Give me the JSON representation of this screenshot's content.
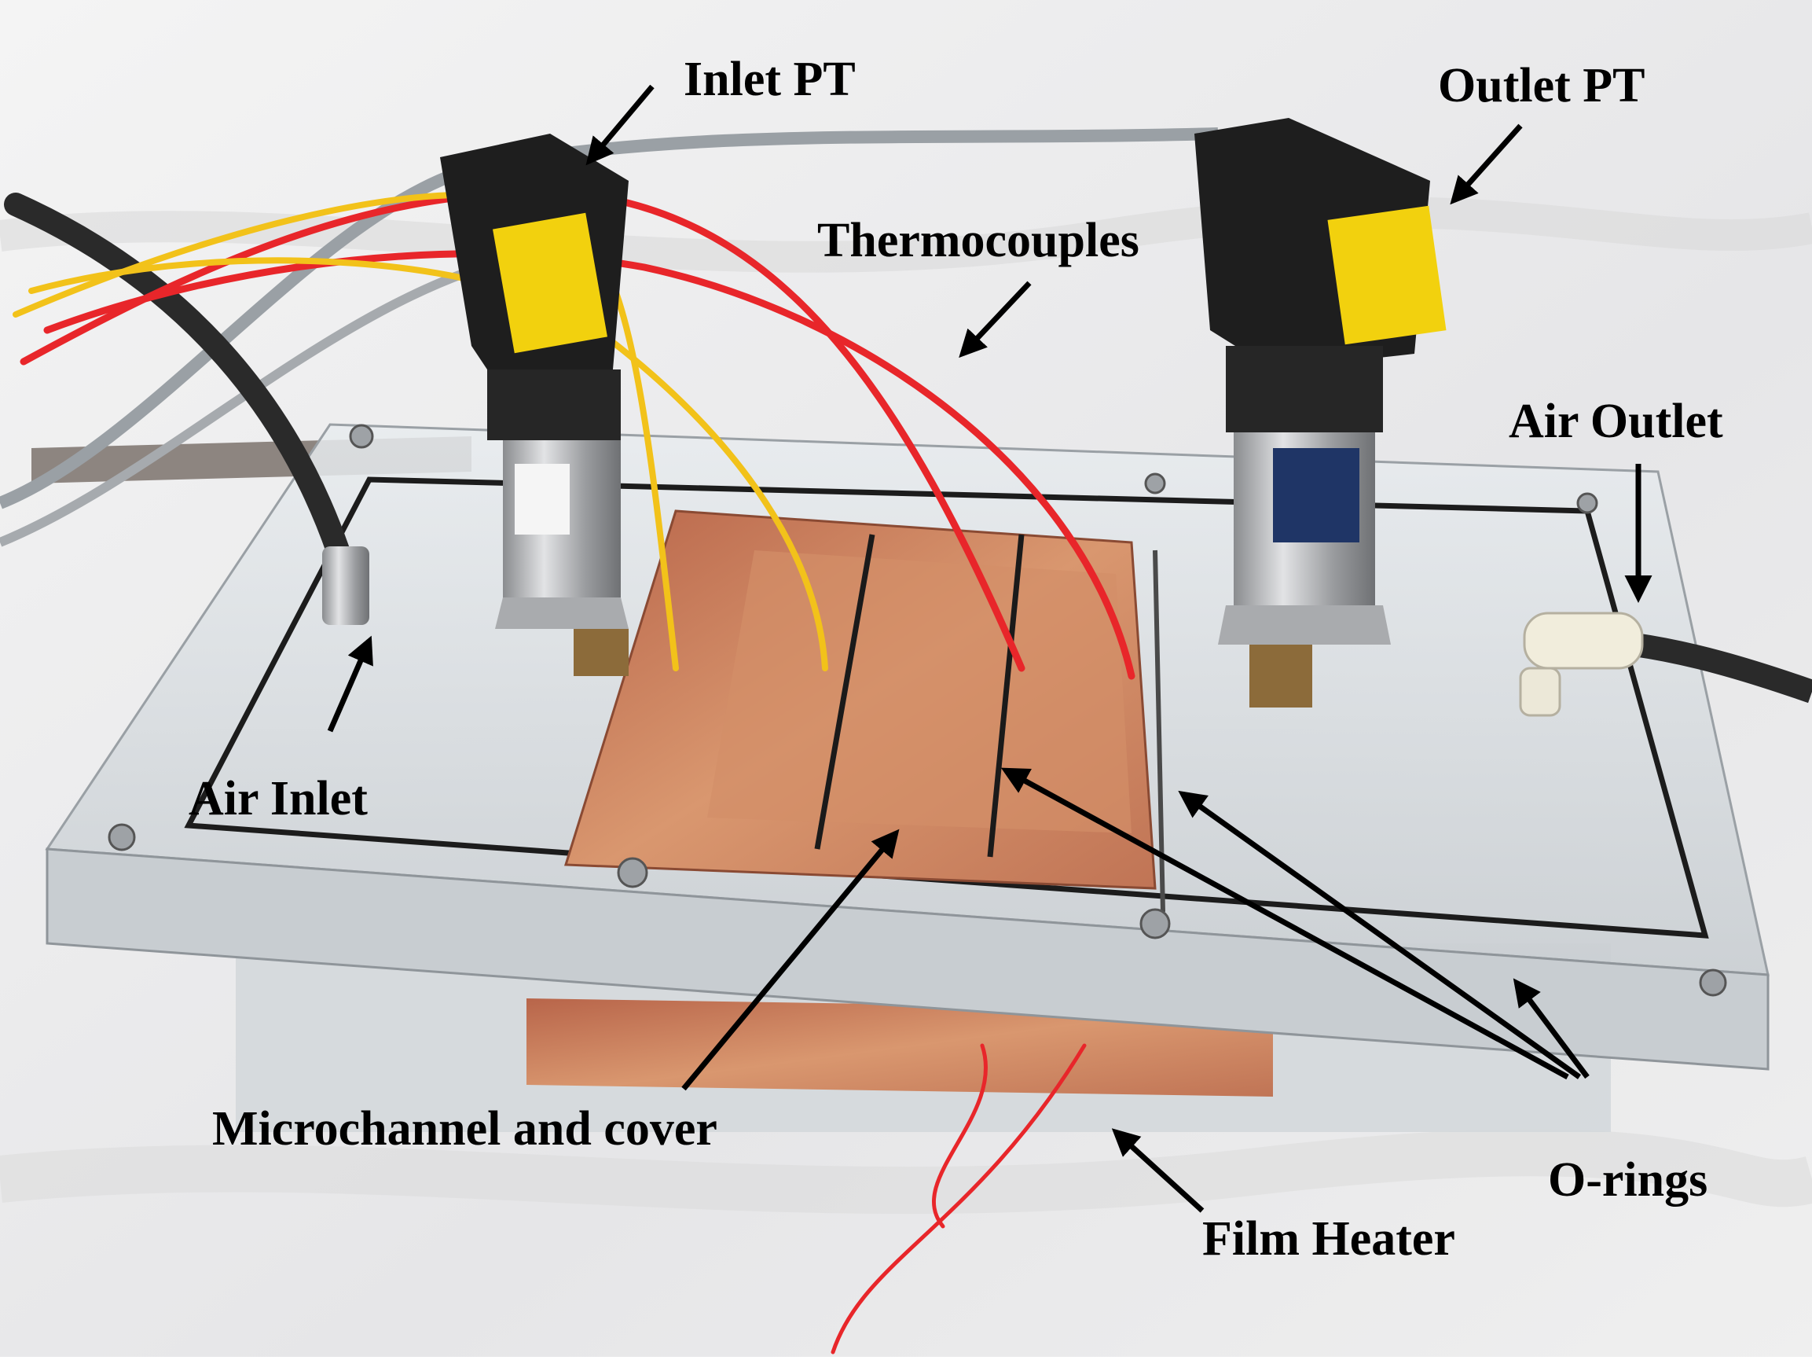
{
  "labels": {
    "inlet_pt": "Inlet PT",
    "outlet_pt": "Outlet PT",
    "thermocouples": "Thermocouples",
    "air_outlet": "Air Outlet",
    "air_inlet": "Air Inlet",
    "microchannel": "Microchannel and cover",
    "o_rings": "O-rings",
    "film_heater": "Film Heater"
  },
  "colors": {
    "background": "#e9e9ea",
    "copper": "#c9815e",
    "acrylic": "#dfe3e6",
    "wire_red": "#e8262a",
    "wire_yellow": "#f2c21a",
    "sensor_body": "#1e1e1e",
    "steel": "#b7b9bc"
  }
}
